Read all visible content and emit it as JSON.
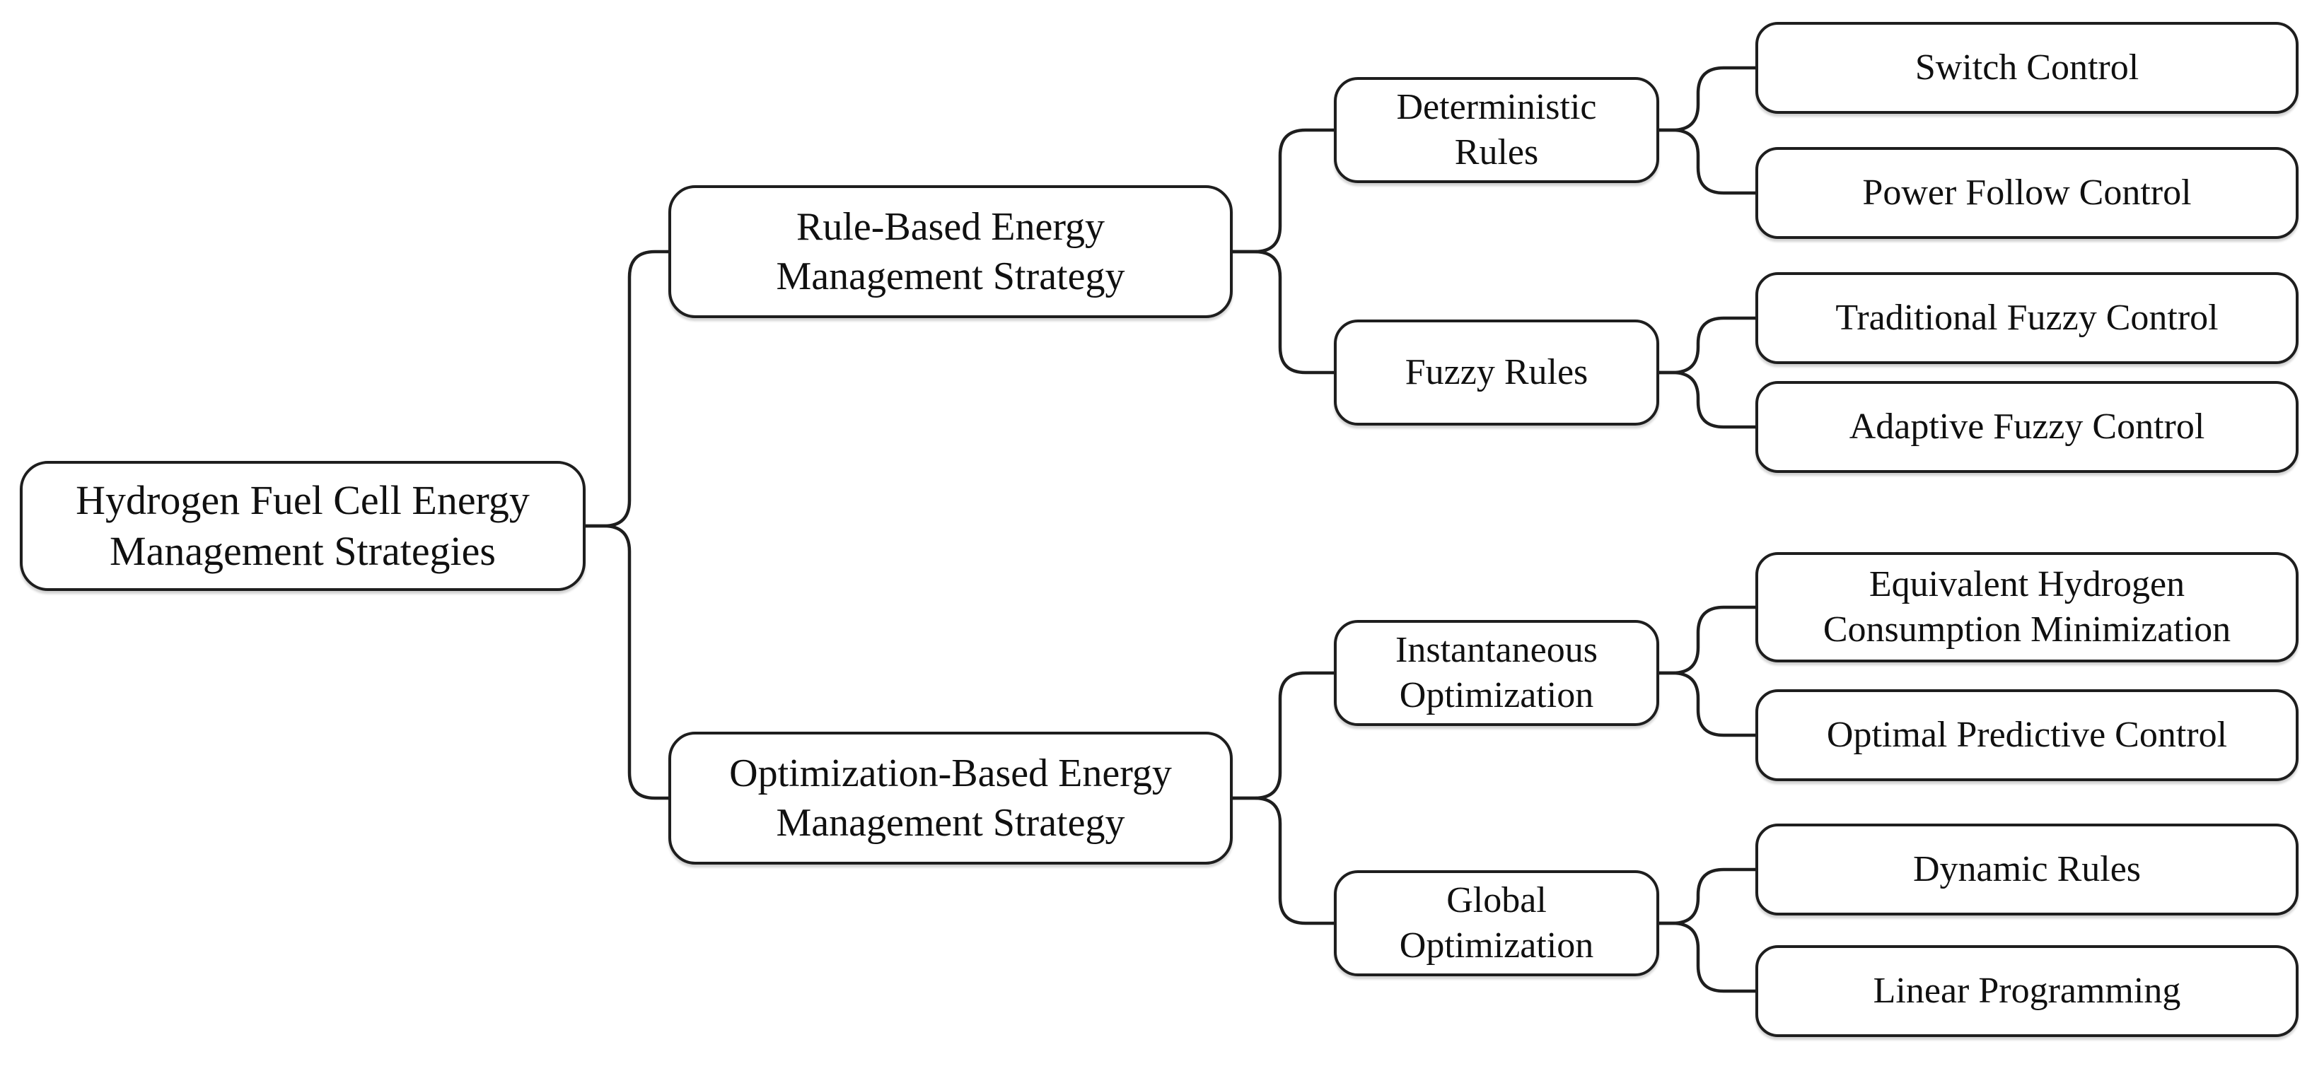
{
  "diagram": {
    "type": "horizontal-tree",
    "title": "Hydrogen Fuel Cell Energy Management Strategies",
    "background_color": "#ffffff",
    "box_fill_color": "#ffffff",
    "line_color": "#1e1e1e",
    "text_color": "#101010"
  },
  "nodes": {
    "root": {
      "label": "Hydrogen Fuel Cell Energy\nManagement Strategies"
    },
    "rule_based": {
      "label": "Rule-Based Energy\nManagement Strategy"
    },
    "optimization_based": {
      "label": "Optimization-Based Energy\nManagement Strategy"
    },
    "deterministic": {
      "label": "Deterministic\nRules"
    },
    "fuzzy": {
      "label": "Fuzzy Rules"
    },
    "instantaneous": {
      "label": "Instantaneous\nOptimization"
    },
    "global": {
      "label": "Global\nOptimization"
    },
    "switch_control": {
      "label": "Switch Control"
    },
    "power_follow": {
      "label": "Power Follow Control"
    },
    "traditional_fuzzy": {
      "label": "Traditional Fuzzy Control"
    },
    "adaptive_fuzzy": {
      "label": "Adaptive Fuzzy Control"
    },
    "equivalent_hydrogen": {
      "label": "Equivalent Hydrogen\nConsumption Minimization"
    },
    "optimal_predictive": {
      "label": "Optimal Predictive Control"
    },
    "dynamic_rules": {
      "label": "Dynamic Rules"
    },
    "linear_programming": {
      "label": "Linear Programming"
    }
  },
  "hierarchy": {
    "root": "root",
    "edges": [
      [
        "root",
        "rule_based"
      ],
      [
        "root",
        "optimization_based"
      ],
      [
        "rule_based",
        "deterministic"
      ],
      [
        "rule_based",
        "fuzzy"
      ],
      [
        "optimization_based",
        "instantaneous"
      ],
      [
        "optimization_based",
        "global"
      ],
      [
        "deterministic",
        "switch_control"
      ],
      [
        "deterministic",
        "power_follow"
      ],
      [
        "fuzzy",
        "traditional_fuzzy"
      ],
      [
        "fuzzy",
        "adaptive_fuzzy"
      ],
      [
        "instantaneous",
        "equivalent_hydrogen"
      ],
      [
        "instantaneous",
        "optimal_predictive"
      ],
      [
        "global",
        "dynamic_rules"
      ],
      [
        "global",
        "linear_programming"
      ]
    ]
  }
}
